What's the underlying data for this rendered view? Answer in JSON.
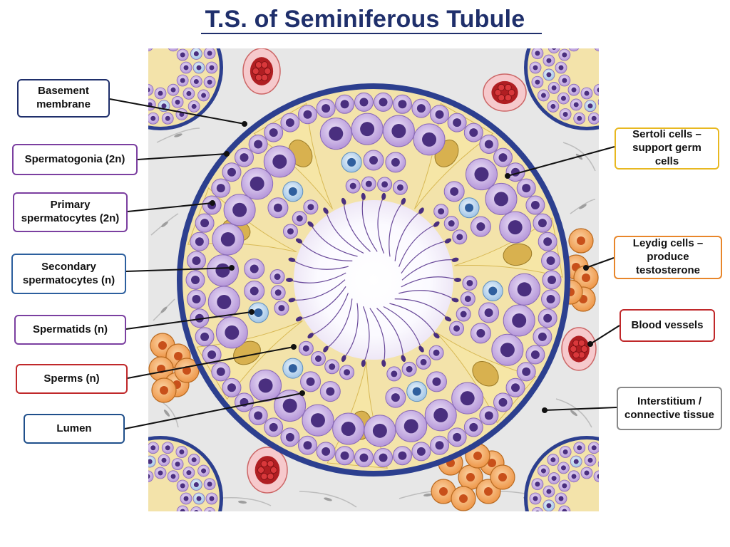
{
  "title": "T.S. of Seminiferous Tubule",
  "colors": {
    "title": "#1f2f6b",
    "basement_membrane": "#2c3f8f",
    "sertoli": "#f3dfa0",
    "spermatogonia": "#b596d9",
    "secondary_spermatocytes": "#a9cbe9",
    "leydig": "#f0a35a",
    "blood": "#c0282a",
    "interstitium": "#e6e6e6"
  },
  "labels": {
    "basement_membrane": {
      "text": "Basement\nmembrane",
      "color": "#1f2f6b"
    },
    "spermatogonia": {
      "text": "Spermatogonia (2n)",
      "color": "#7b3fa0"
    },
    "primary_spermatocytes": {
      "text": "Primary\nspermatocytes (2n)",
      "color": "#7b3fa0"
    },
    "secondary_spermatocytes": {
      "text": "Secondary\nspermatocytes (n)",
      "color": "#2c5f9e"
    },
    "spermatids": {
      "text": "Spermatids (n)",
      "color": "#7b3fa0"
    },
    "sperms": {
      "text": "Sperms (n)",
      "color": "#c0282a"
    },
    "lumen": {
      "text": "Lumen",
      "color": "#1f4f8b"
    },
    "sertoli": {
      "text": "Sertoli cells –\nsupport germ cells",
      "color": "#e8b820"
    },
    "leydig": {
      "text": "Leydig cells –\nproduce testosterone",
      "color": "#e8862a"
    },
    "blood_vessels": {
      "text": "Blood vessels",
      "color": "#c0282a"
    },
    "interstitium": {
      "text": "Interstitium /\nconnective tissue",
      "color": "#888888"
    }
  }
}
